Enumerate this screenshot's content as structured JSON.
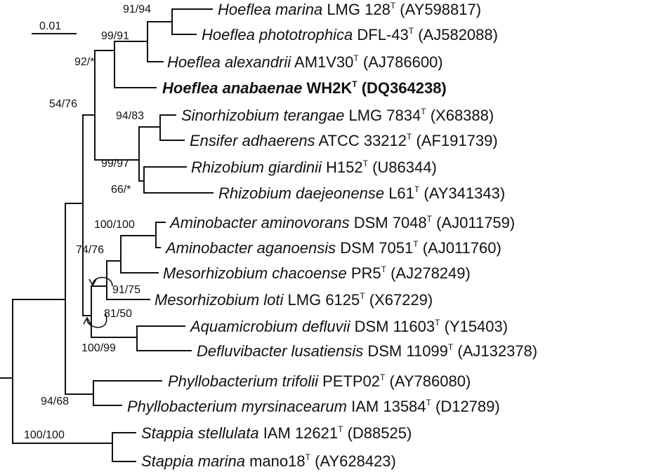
{
  "scale_bar": {
    "label": "0.01"
  },
  "taxa": [
    {
      "species": "Hoeflea marina",
      "strain": "LMG 128",
      "sup": "T",
      "accession": "(AY598817)"
    },
    {
      "species": "Hoeflea phototrophica",
      "strain": "DFL-43",
      "sup": "T",
      "accession": "(AJ582088)"
    },
    {
      "species": "Hoeflea alexandrii",
      "strain": "AM1V30",
      "sup": "T",
      "accession": "(AJ786600)"
    },
    {
      "species": "Hoeflea anabaenae",
      "strain": "WH2K",
      "sup": "T",
      "accession": "(DQ364238)",
      "highlight": true
    },
    {
      "species": "Sinorhizobium terangae",
      "strain": "LMG 7834",
      "sup": "T",
      "accession": "(X68388)"
    },
    {
      "species": "Ensifer adhaerens",
      "strain": "ATCC 33212",
      "sup": "T",
      "accession": "(AF191739)"
    },
    {
      "species": "Rhizobium giardinii",
      "strain": "H152",
      "sup": "T",
      "accession": "(U86344)"
    },
    {
      "species": "Rhizobium daejeonense",
      "strain": "L61",
      "sup": "T",
      "accession": "(AY341343)"
    },
    {
      "species": "Aminobacter aminovorans",
      "strain": "DSM 7048",
      "sup": "T",
      "accession": "(AJ011759)"
    },
    {
      "species": "Aminobacter aganoensis",
      "strain": "DSM 7051",
      "sup": "T",
      "accession": "(AJ011760)"
    },
    {
      "species": "Mesorhizobium chacoense",
      "strain": "PR5",
      "sup": "T",
      "accession": "(AJ278249)"
    },
    {
      "species": "Mesorhizobium loti",
      "strain": "LMG 6125",
      "sup": "T",
      "accession": "(X67229)"
    },
    {
      "species": "Aquamicrobium defluvii",
      "strain": "DSM 11603",
      "sup": "T",
      "accession": "(Y15403)"
    },
    {
      "species": "Defluvibacter lusatiensis",
      "strain": "DSM 11099",
      "sup": "T",
      "accession": "(AJ132378)"
    },
    {
      "species": "Phyllobacterium trifolii",
      "strain": "PETP02",
      "sup": "T",
      "accession": "(AY786080)"
    },
    {
      "species": "Phyllobacterium myrsinacearum",
      "strain": "IAM 13584",
      "sup": "T",
      "accession": "(D12789)"
    },
    {
      "species": "Stappia stellulata",
      "strain": "IAM 12621",
      "sup": "T",
      "accession": "(D88525)"
    },
    {
      "species": "Stappia marina",
      "strain": "mano18",
      "sup": "T",
      "accession": "(AY628423)"
    }
  ],
  "support_values": [
    "91/94",
    "99/91",
    "92/*",
    "54/76",
    "94/83",
    "99/97",
    "66/*",
    "100/100",
    "74/76",
    "91/75",
    "81/50",
    "100/99",
    "94/68",
    "100/100"
  ]
}
